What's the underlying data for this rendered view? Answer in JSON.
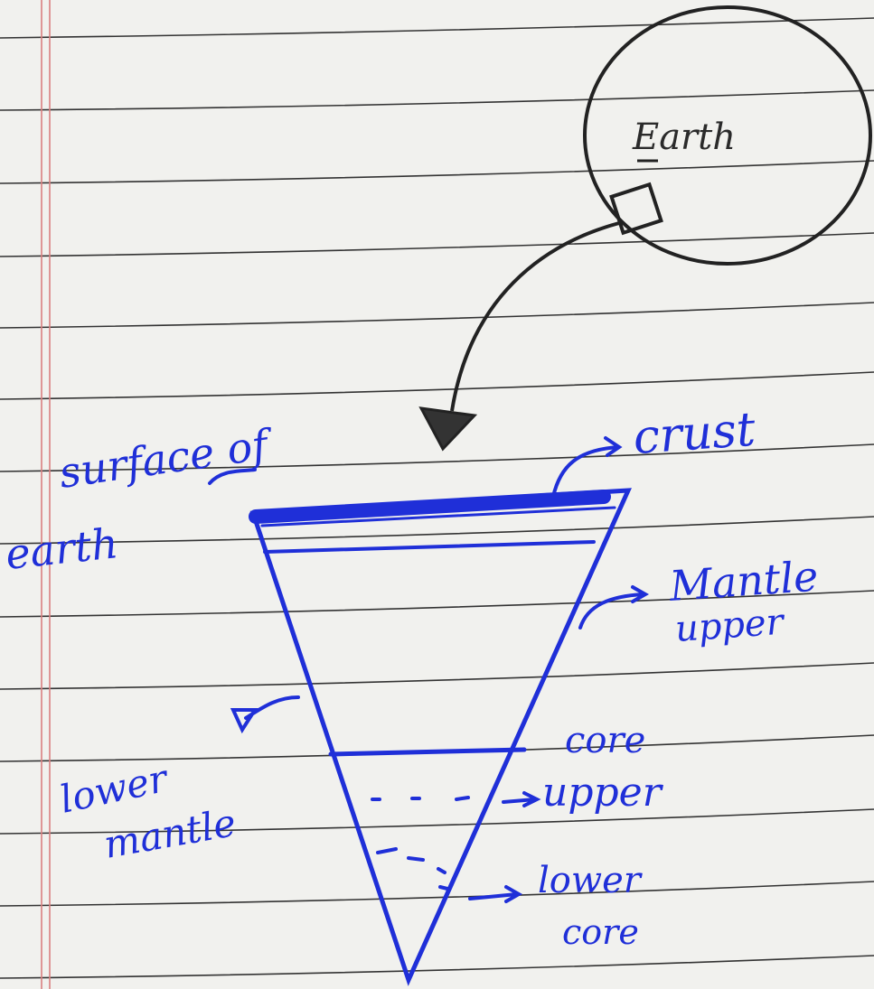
{
  "diagram": {
    "earth_label": "Earth",
    "labels": {
      "surface": "surface of",
      "surface_line2": "earth",
      "crust": "crust",
      "mantle": "Mantle",
      "mantle_upper": "upper",
      "lower_mantle": "lower",
      "lower_mantle_line2": "mantle",
      "core": "core",
      "core_upper": "upper",
      "lower_core": "lower",
      "lower_core_line2": "core"
    },
    "colors": {
      "paper": "#f1f1ee",
      "rule_line": "#2b2b2b",
      "margin_line": "#d98080",
      "ink_blue": "#1f2fd8",
      "ink_black": "#222222"
    }
  }
}
